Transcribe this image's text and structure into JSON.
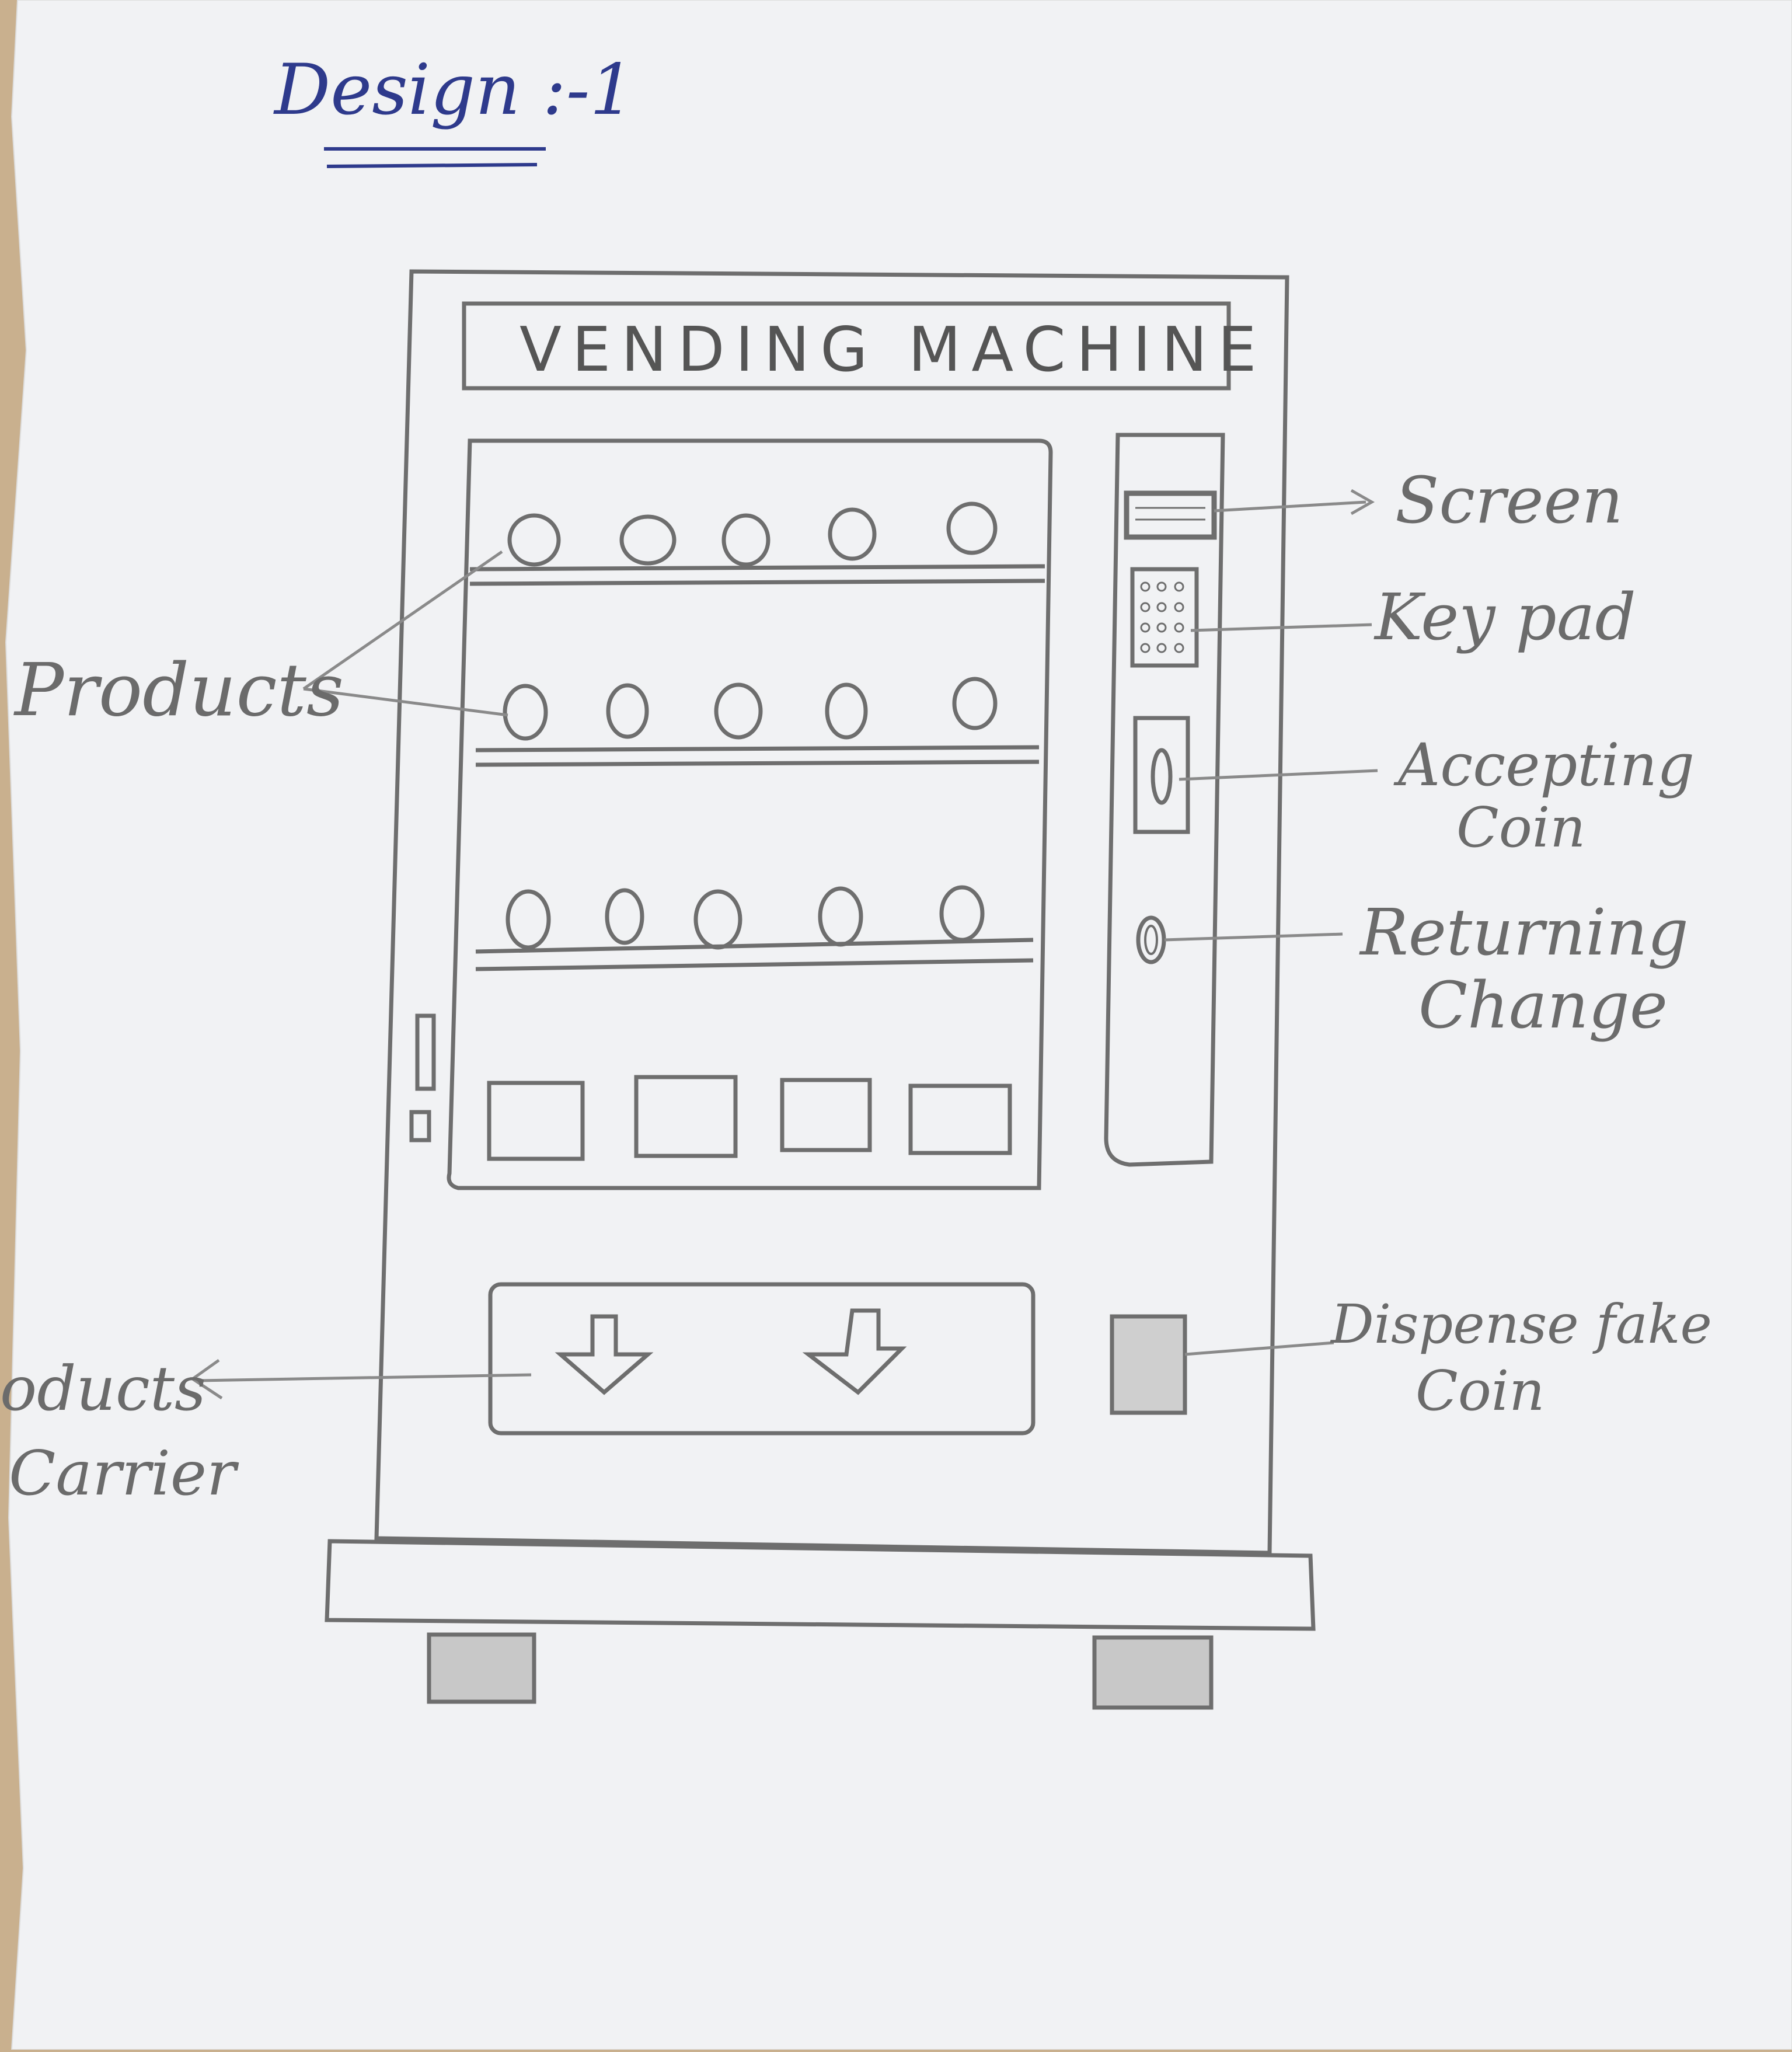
{
  "title": "Design :-1",
  "machine_name": "VENDING MACHINE",
  "labels": {
    "products": "Products",
    "screen": "Screen",
    "keypad": "Key pad",
    "accepting_coin": [
      "Accepting",
      "Coin"
    ],
    "returning_change": [
      "Returning",
      "Change"
    ],
    "products_carrier": [
      "oducts",
      "Carrier"
    ],
    "dispense_fake_coin": [
      "Dispense fake",
      "Coin"
    ]
  },
  "colors": {
    "paper": "#f1f2f4",
    "pencil": "#6e6e6e",
    "ink": "#2e3a8c",
    "background": "#c9b08e"
  },
  "icons": [
    "down-arrow-icon",
    "down-arrow-icon"
  ]
}
